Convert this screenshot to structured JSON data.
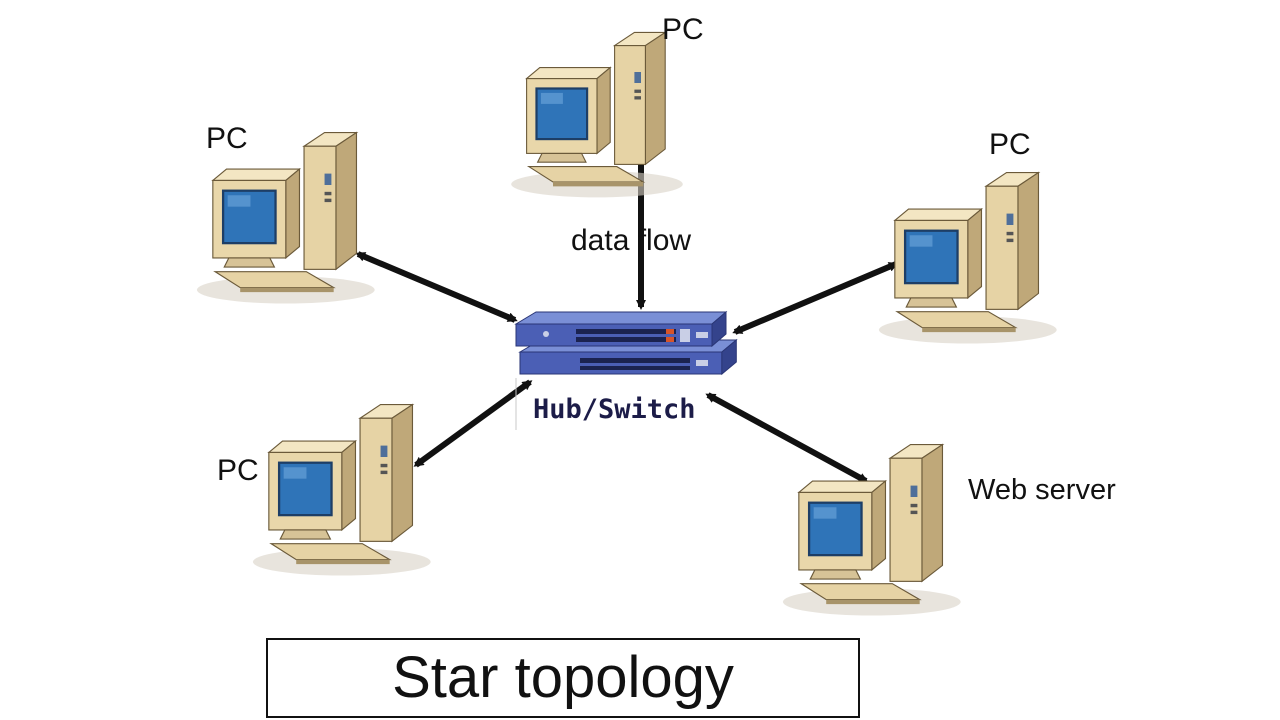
{
  "diagram": {
    "title": "Star topology",
    "hub_label": "Hub/Switch",
    "flow_label": "data flow",
    "nodes": [
      {
        "id": "pc-top",
        "label": "PC"
      },
      {
        "id": "pc-left",
        "label": "PC"
      },
      {
        "id": "pc-right",
        "label": "PC"
      },
      {
        "id": "pc-bottom",
        "label": "PC"
      },
      {
        "id": "web-server",
        "label": "Web server"
      }
    ]
  },
  "colors": {
    "arrow": "#111111",
    "hub_body": "#4b5fb5",
    "monitor_screen": "#2f74b8",
    "computer_case": "#e8d6a8"
  },
  "icons": {
    "computer": "desktop-computer-icon",
    "hub": "network-switch-icon"
  }
}
